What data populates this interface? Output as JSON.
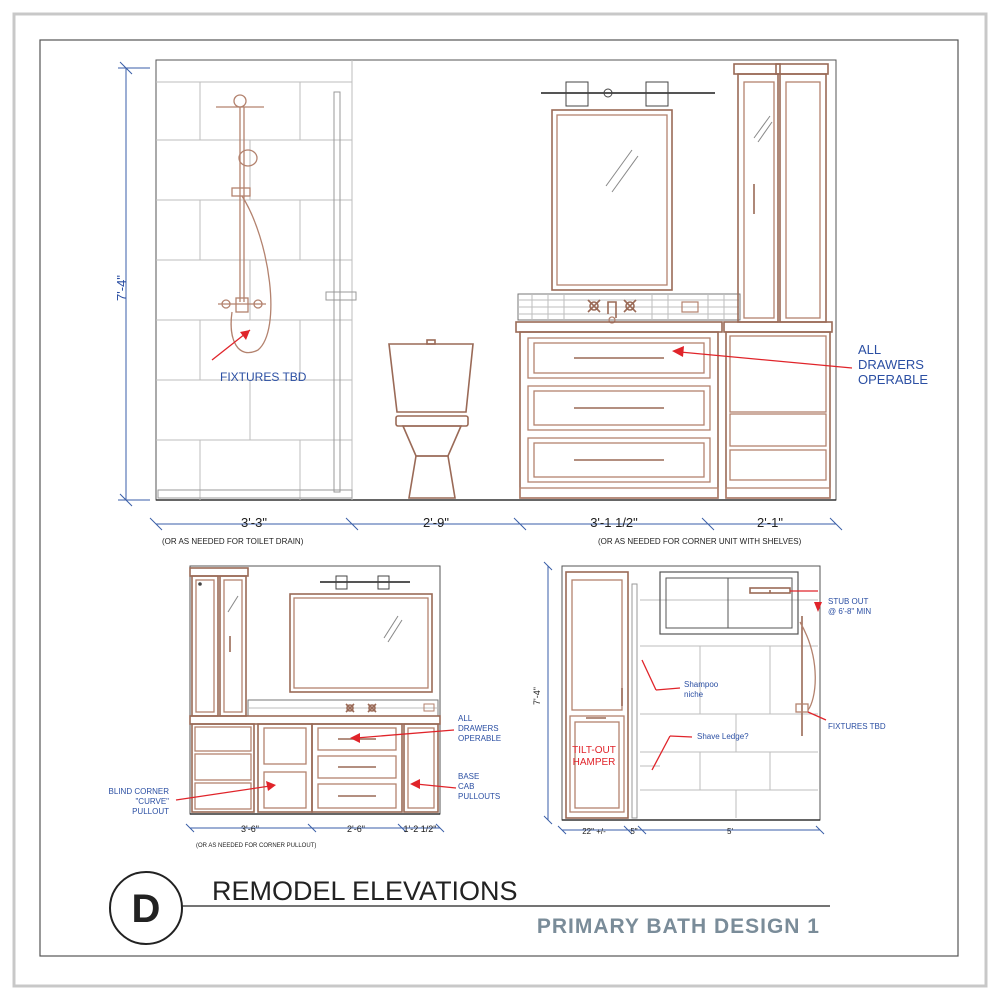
{
  "sheet": {
    "letter": "D",
    "title": "REMODEL ELEVATIONS",
    "subtitle": "PRIMARY BATH DESIGN 1"
  },
  "main_elevation": {
    "height_dim": "7'-4\"",
    "fixtures_note": "FIXTURES TBD",
    "drawers_note": [
      "ALL",
      "DRAWERS",
      "OPERABLE"
    ],
    "widths": [
      "3'-3\"",
      "2'-9\"",
      "3'-1 1/2\"",
      "2'-1\""
    ],
    "note_left": "(OR AS  NEEDED FOR TOILET DRAIN)",
    "note_right": "(OR AS  NEEDED FOR CORNER  UNIT WITH SHELVES)"
  },
  "vanity_elevation": {
    "drawers_note": [
      "ALL",
      "DRAWERS",
      "OPERABLE"
    ],
    "blind_corner_note": [
      "BLIND CORNER",
      "\"CURVE\"",
      "PULLOUT"
    ],
    "base_cab_note": [
      "BASE",
      "CAB",
      "PULLOUTS"
    ],
    "widths": [
      "3'-6\"",
      "2'-6\"",
      "1'-2 1/2\""
    ],
    "note": "(OR AS  NEEDED FOR CORNER  PULLOUT)"
  },
  "shower_elevation": {
    "height_dim": "7'-4\"",
    "stub_note": [
      "STUB OUT",
      "@ 6'-8\" MIN"
    ],
    "shampoo_note": [
      "Shampoo",
      "niche"
    ],
    "fixtures_note": "FIXTURES TBD",
    "shave_note": "Shave Ledge?",
    "hamper_note": [
      "TILT-OUT",
      "HAMPER"
    ],
    "widths": [
      "22\" +/-",
      "5\"",
      "5'"
    ]
  }
}
